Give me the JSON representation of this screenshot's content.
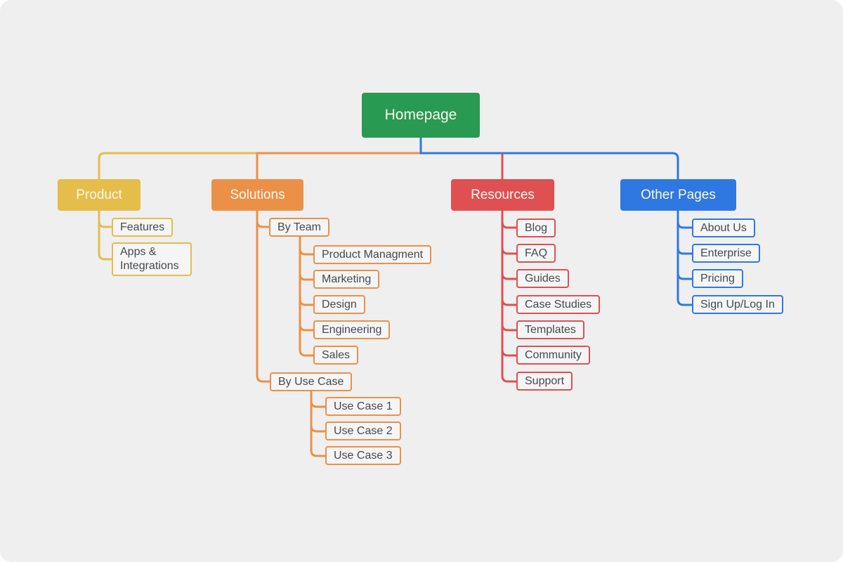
{
  "colors": {
    "canvas": "#efeff0",
    "node_bg": "#f5f5f6",
    "homepage": "#299a51",
    "product": "#e5bd4b",
    "solutions": "#ea9147",
    "resources": "#de5051",
    "other_pages": "#2f78e2",
    "parent_text": "#fbf8f0",
    "child_text": "#45494e"
  },
  "sitemap": {
    "root": {
      "label": "Homepage"
    },
    "branches": [
      {
        "label": "Product",
        "children": [
          {
            "label": "Features"
          },
          {
            "label": "Apps & Integrations"
          }
        ]
      },
      {
        "label": "Solutions",
        "children": [
          {
            "label": "By Team",
            "children": [
              {
                "label": "Product Managment"
              },
              {
                "label": "Marketing"
              },
              {
                "label": "Design"
              },
              {
                "label": "Engineering"
              },
              {
                "label": "Sales"
              }
            ]
          },
          {
            "label": "By Use Case",
            "children": [
              {
                "label": "Use Case 1"
              },
              {
                "label": "Use Case 2"
              },
              {
                "label": "Use Case 3"
              }
            ]
          }
        ]
      },
      {
        "label": "Resources",
        "children": [
          {
            "label": "Blog"
          },
          {
            "label": "FAQ"
          },
          {
            "label": "Guides"
          },
          {
            "label": "Case Studies"
          },
          {
            "label": "Templates"
          },
          {
            "label": "Community"
          },
          {
            "label": "Support"
          }
        ]
      },
      {
        "label": "Other Pages",
        "children": [
          {
            "label": "About Us"
          },
          {
            "label": "Enterprise"
          },
          {
            "label": "Pricing"
          },
          {
            "label": "Sign Up/Log In"
          }
        ]
      }
    ]
  }
}
